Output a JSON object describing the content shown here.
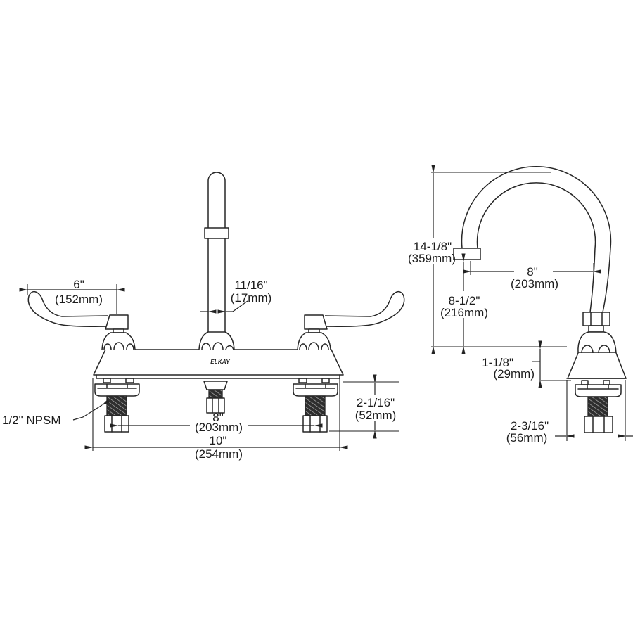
{
  "drawing": {
    "brand_logo": "ELKAY",
    "front_view": {
      "handle_length": {
        "in": "6\"",
        "mm": "(152mm)"
      },
      "spout_diameter": {
        "in": "11/16\"",
        "mm": "(17mm)"
      },
      "shank_thread": "1/2\" NPSM",
      "faucet_centers": {
        "in": "8\"",
        "mm": "(203mm)"
      },
      "base_width": {
        "in": "10\"",
        "mm": "(254mm)"
      },
      "shank_length": {
        "in": "2-1/16\"",
        "mm": "(52mm)"
      }
    },
    "side_view": {
      "overall_height": {
        "in": "14-1/8\"",
        "mm": "(359mm)"
      },
      "spout_reach": {
        "in": "8\"",
        "mm": "(203mm)"
      },
      "spout_outlet_height": {
        "in": "8-1/2\"",
        "mm": "(216mm)"
      },
      "base_height": {
        "in": "1-1/8\"",
        "mm": "(29mm)"
      },
      "base_depth": {
        "in": "2-3/16\"",
        "mm": "(56mm)"
      }
    }
  }
}
